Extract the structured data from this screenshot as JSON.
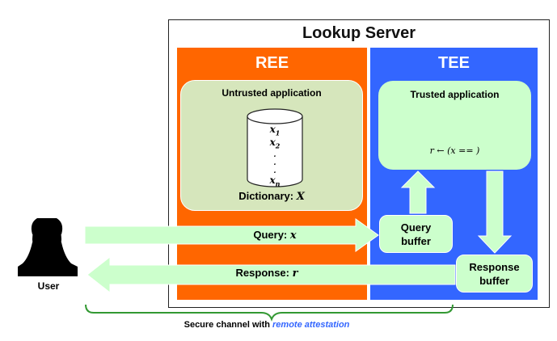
{
  "server": {
    "title": "Lookup Server"
  },
  "ree": {
    "title": "REE",
    "app_label": "Untrusted application",
    "dictionary_prefix": "Dictionary: ",
    "dictionary_var": "X"
  },
  "tee": {
    "title": "TEE",
    "app_label": "Trusted application",
    "expression": "r ← (x ==   )"
  },
  "buffers": {
    "query": "Query buffer",
    "response": "Response buffer"
  },
  "messages": {
    "query_prefix": "Query: ",
    "query_var": "x",
    "response_prefix": "Response: ",
    "response_var": "r"
  },
  "database": {
    "items": [
      "x1",
      "x2",
      ".",
      ".",
      ".",
      "xn"
    ]
  },
  "user": {
    "label": "User"
  },
  "channel": {
    "prefix": "Secure channel with ",
    "emphasis": "remote attestation"
  },
  "colors": {
    "ree": "#ff6600",
    "tee": "#3366ff",
    "app_bg": "#d6e6bc",
    "arrow": "#ccffcc",
    "brace": "#339933"
  }
}
